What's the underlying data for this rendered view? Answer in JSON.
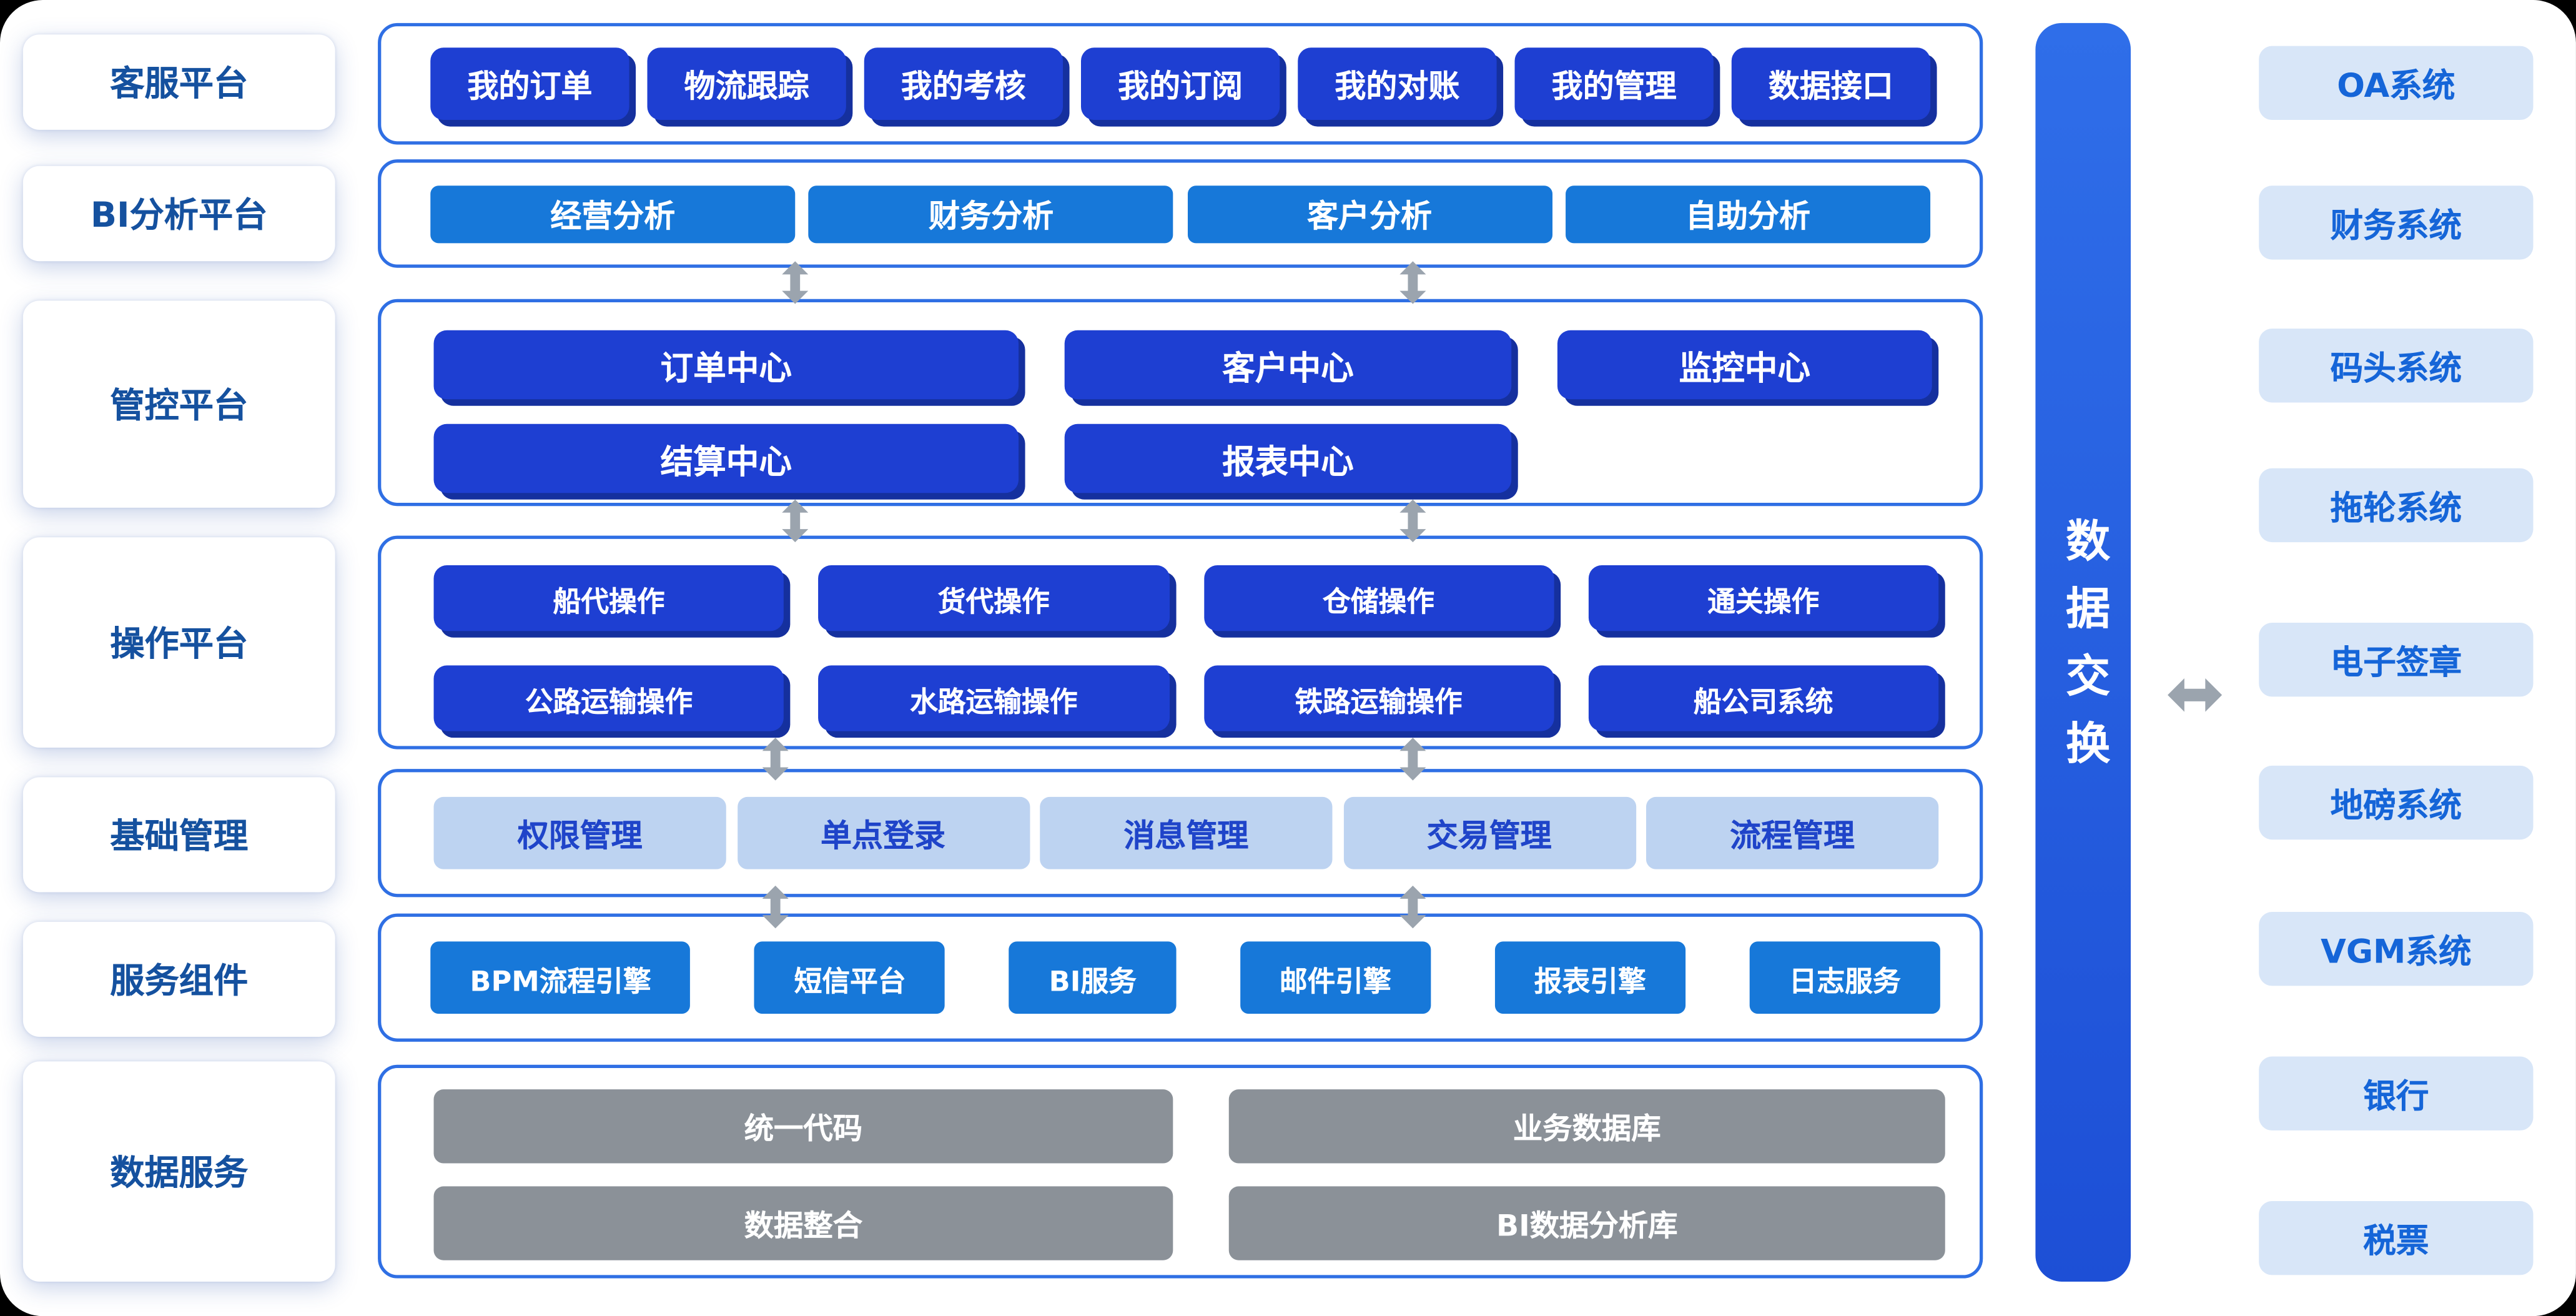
{
  "sidebar": {
    "items": [
      {
        "label": "客服平台"
      },
      {
        "label": "BI分析平台"
      },
      {
        "label": "管控平台"
      },
      {
        "label": "操作平台"
      },
      {
        "label": "基础管理"
      },
      {
        "label": "服务组件"
      },
      {
        "label": "数据服务"
      }
    ]
  },
  "customer_service": {
    "buttons": [
      "我的订单",
      "物流跟踪",
      "我的考核",
      "我的订阅",
      "我的对账",
      "我的管理",
      "数据接口"
    ]
  },
  "bi_analysis": {
    "buttons": [
      "经营分析",
      "财务分析",
      "客户分析",
      "自助分析"
    ]
  },
  "control": {
    "row1": [
      "订单中心",
      "客户中心",
      "监控中心"
    ],
    "row2": [
      "结算中心",
      "报表中心"
    ]
  },
  "operation": {
    "row1": [
      "船代操作",
      "货代操作",
      "仓储操作",
      "通关操作"
    ],
    "row2": [
      "公路运输操作",
      "水路运输操作",
      "铁路运输操作",
      "船公司系统"
    ]
  },
  "basic_management": {
    "buttons": [
      "权限管理",
      "单点登录",
      "消息管理",
      "交易管理",
      "流程管理"
    ]
  },
  "service_components": {
    "buttons": [
      "BPM流程引擎",
      "短信平台",
      "BI服务",
      "邮件引擎",
      "报表引擎",
      "日志服务"
    ]
  },
  "data_services": {
    "row1": [
      "统一代码",
      "业务数据库"
    ],
    "row2": [
      "数据整合",
      "BI数据分析库"
    ]
  },
  "data_exchange": {
    "label": "数据交换"
  },
  "external_systems": [
    "OA系统",
    "财务系统",
    "码头系统",
    "拖轮系统",
    "电子签章",
    "地磅系统",
    "VGM系统",
    "银行",
    "税票"
  ],
  "colors": {
    "dark_blue": "#1e3fd2",
    "dark_blue_shadow": "#15309e",
    "bright_blue": "#1778d9",
    "light_blue_bg": "#bdd3f1",
    "light_blue_text": "#1f44c9",
    "gray": "#8b9198",
    "panel_border": "#2f6fe4",
    "sidebar_text": "#15519f",
    "external_bg": "#d8e6f8",
    "external_text": "#1565d8",
    "arrow": "#9ba4ae"
  }
}
